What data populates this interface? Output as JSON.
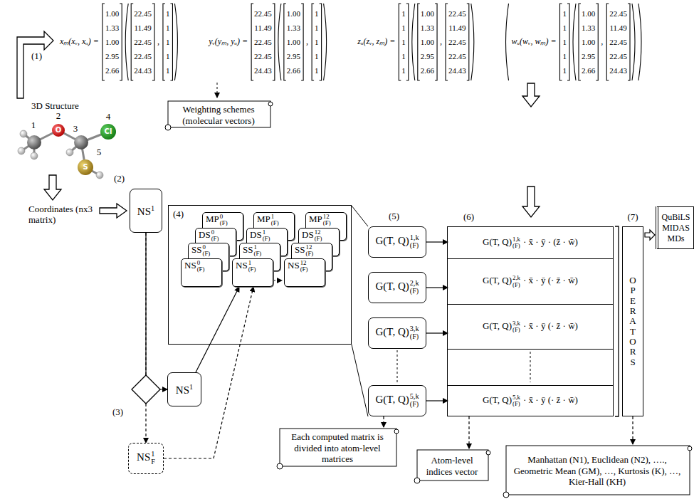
{
  "diagram": {
    "nodes": [
      {
        "text": [
          "Weighting schemes (molecular vectors)"
        ]
      },
      {
        "text": [
          "NS",
          "1"
        ]
      },
      {
        "text": [
          "(4)"
        ]
      },
      {
        "text": [
          "MP",
          "0",
          "(F)"
        ],
        "in": 2
      },
      {
        "text": [
          "DS",
          "0",
          "(F)"
        ],
        "in": 2
      },
      {
        "text": [
          "SS",
          "0",
          "(F)"
        ],
        "in": 2
      },
      {
        "text": [
          "NS",
          "0",
          "(F)"
        ],
        "in": 2
      },
      {
        "text": [
          "MP",
          "1",
          "(F)"
        ],
        "in": 2
      },
      {
        "text": [
          "DS",
          "1",
          "(F)"
        ],
        "in": 2
      },
      {
        "text": [
          "SS",
          "1",
          "(F)"
        ],
        "in": 2
      },
      {
        "text": [
          "NS",
          "1",
          "(F)"
        ],
        "in": 2
      },
      {
        "text": [
          "MP",
          "12",
          "(F)"
        ],
        "in": 2
      },
      {
        "text": [
          "DS",
          "12",
          "(F)"
        ],
        "in": 2
      },
      {
        "text": [
          "SS",
          "12",
          "(F)"
        ],
        "in": 2
      },
      {
        "text": [
          "NS",
          "12",
          "(F)"
        ],
        "in": 2
      },
      {
        "text": [
          "G(T, Q)",
          "1,k",
          "(F)"
        ]
      },
      {
        "text": [
          "G(T, Q)",
          "2,k",
          "(F)"
        ]
      },
      {
        "text": [
          "G(T, Q)",
          "3,k",
          "(F)"
        ]
      },
      {
        "text": [
          "G(T, Q)",
          "5,k",
          "(F)"
        ]
      },
      {
        "text": [
          "(6)"
        ]
      },
      {
        "text": [
          "G(T, Q)",
          "1,k",
          "(F)",
          "· x̄ · ȳ · (z̄ · w̄)"
        ],
        "in": 19
      },
      {
        "text": [
          "G(T, Q)",
          "2,k",
          "(F)",
          "· x̄ · ȳ (· z̄ · w̄)"
        ],
        "in": 19
      },
      {
        "text": [
          "G(T, Q)",
          "3,k",
          "(F)",
          "· x̄ · ȳ (· z̄ · w̄)"
        ],
        "in": 19
      },
      {
        "text": [
          "G(T, Q)",
          "5,k",
          "(F)",
          "· x̄ · ȳ (· z̄ · w̄)"
        ],
        "in": 19
      },
      {
        "text": [
          "(7)",
          "OPERATORS"
        ]
      },
      {
        "text": [
          "QuBiLS MIDAS MDs"
        ]
      },
      {
        "text": [
          "NS",
          "1"
        ]
      },
      {
        "text": [
          "NS",
          "1",
          "F"
        ]
      },
      {
        "text": [
          "Each computed matrix is divided into atom-level matrices"
        ]
      },
      {
        "text": [
          "Atom-level indices vector"
        ]
      },
      {
        "text": [
          "Manhattan (N1), Euclidean (N2), …., Geometric Mean (GM), …, Kurtosis (K), …, Kier-Hall (KH)"
        ]
      }
    ],
    "edges": [
      {
        "from": 1,
        "to": 26,
        "arrow": "to"
      },
      {
        "from": 1,
        "to": 27,
        "arrow": "to"
      },
      {
        "from": 26,
        "to": 10,
        "arrow": "to"
      },
      {
        "from": 27,
        "to": 10,
        "arrow": "to"
      },
      {
        "from": 15,
        "to": 20,
        "arrow": "to"
      },
      {
        "from": 16,
        "to": 21,
        "arrow": "to"
      },
      {
        "from": 17,
        "to": 22,
        "arrow": "to"
      },
      {
        "from": 18,
        "to": 23,
        "arrow": "to"
      },
      {
        "from": 24,
        "to": 25,
        "arrow": "to"
      },
      {
        "from": 18,
        "to": 28,
        "arrow": "to"
      },
      {
        "from": 19,
        "to": 29,
        "arrow": "to"
      },
      {
        "from": 24,
        "to": 30,
        "arrow": "to"
      }
    ],
    "labels": [
      "(1)",
      "xₘ(xᵥ, xᵤ) =",
      "1.00 1.33 1.00 2.95 2.66",
      "22.45 11.49 22.45 22.45 24.43",
      ",",
      "1 1 1 1 1",
      "yᵥ(yₘ, yᵤ) =",
      "22.45 11.49 22.45 22.45 24.43",
      "1.00 1.33 1.00 2.95 2.66",
      ",",
      "1 1 1 1 1",
      "zᵤ(zᵥ, zₘ) =",
      "1 1 1 1 1",
      "1.00 1.33 1.00 2.95 2.66",
      ",",
      "22.45 11.49 22.45 22.45 24.43",
      "wᵤ(wᵥ, wₘ) =",
      "1 1 1 1 1",
      "1.00 1.33 1.00 2.95 2.66",
      ",",
      "22.45 11.49 22.45 22.45 24.43",
      "3D Structure",
      "1",
      "2",
      "3",
      "4",
      "5",
      "O",
      "Cl",
      "S",
      "Coordinates (nx3 matrix)",
      "(2)",
      "(3)",
      "(5)"
    ]
  }
}
